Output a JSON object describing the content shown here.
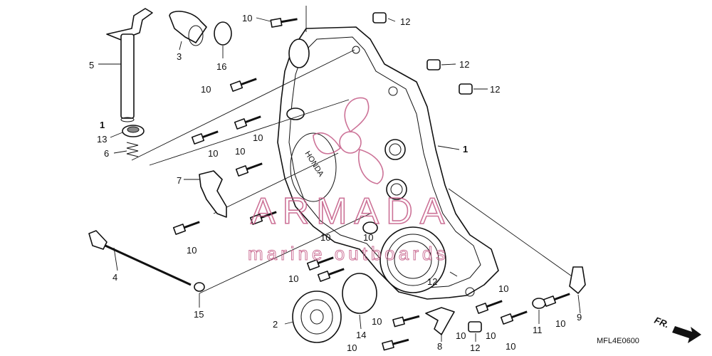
{
  "diagram": {
    "drawing_code": "MFL4E0600",
    "watermark": {
      "title": "ARMADA",
      "subtitle": "marine outboards"
    },
    "emblem_text": "HONDA",
    "callouts": [
      "1",
      "1",
      "2",
      "3",
      "4",
      "5",
      "6",
      "7",
      "8",
      "9",
      "10",
      "10",
      "10",
      "10",
      "10",
      "10",
      "10",
      "10",
      "10",
      "10",
      "10",
      "10",
      "10",
      "10",
      "10",
      "10",
      "11",
      "12",
      "12",
      "12",
      "12",
      "12",
      "13",
      "14",
      "15",
      "16"
    ],
    "direction_label": "FR."
  }
}
